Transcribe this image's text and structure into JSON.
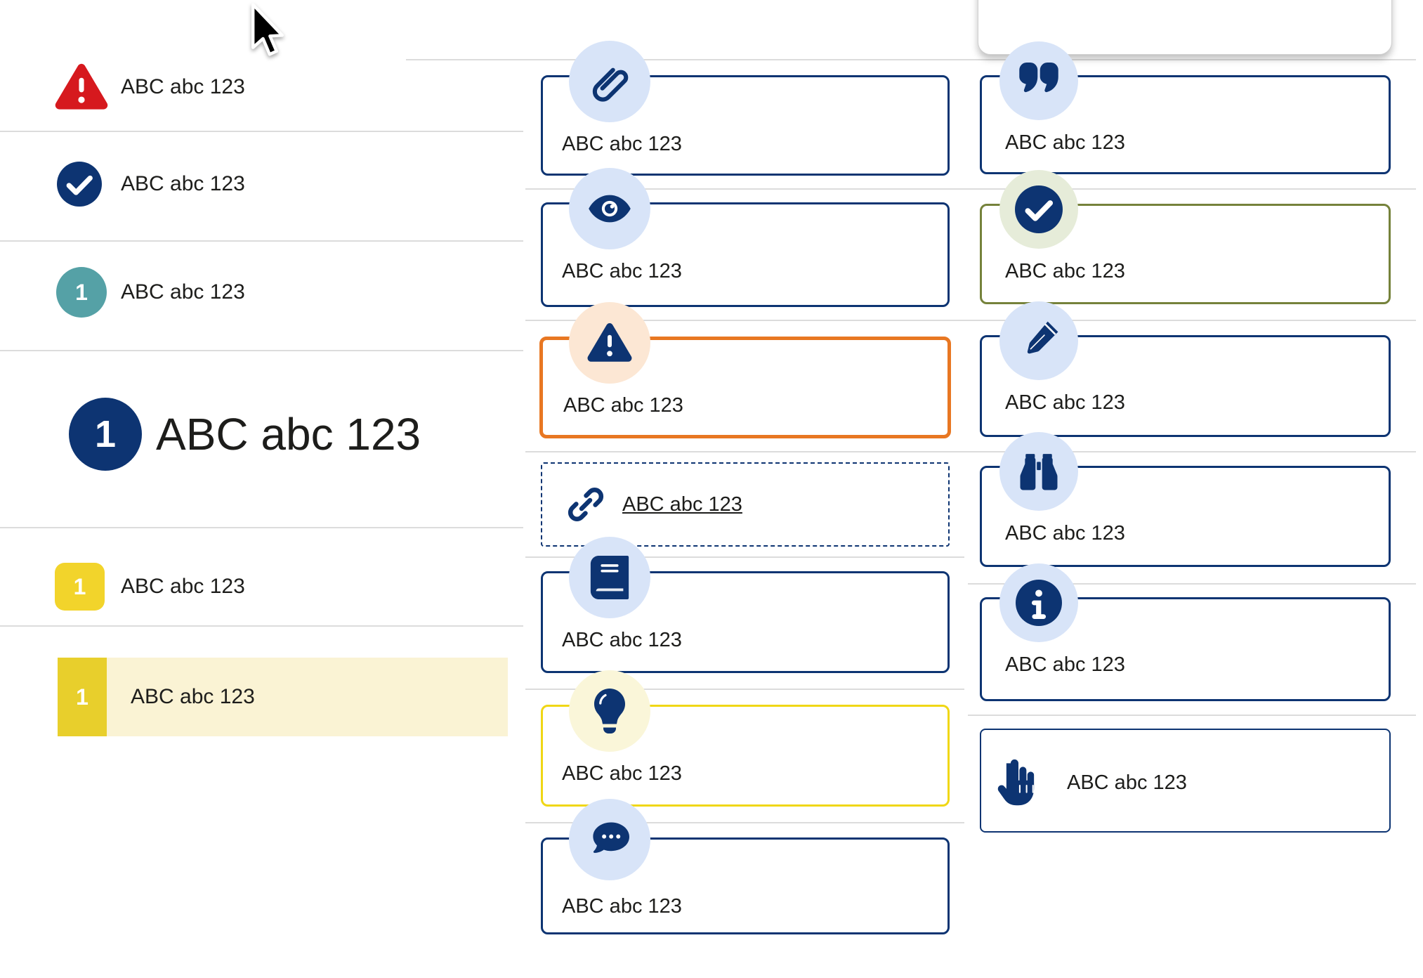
{
  "left_list": {
    "items": [
      {
        "icon": "warning-triangle-icon",
        "label": "ABC abc 123"
      },
      {
        "icon": "check-circle-icon",
        "label": "ABC abc 123"
      },
      {
        "icon": "number-badge-teal",
        "number": "1",
        "label": "ABC abc 123"
      },
      {
        "icon": "number-badge-large-navy",
        "number": "1",
        "label": "ABC abc 123"
      },
      {
        "icon": "number-badge-yellow",
        "number": "1",
        "label": "ABC abc 123"
      },
      {
        "icon": "number-badge-yellow-highlight",
        "number": "1",
        "label": "ABC abc 123",
        "highlighted": true
      }
    ]
  },
  "middle_callouts": [
    {
      "icon": "paperclip-icon",
      "variant": "navy",
      "label": "ABC abc 123"
    },
    {
      "icon": "eye-icon",
      "variant": "navy",
      "label": "ABC abc 123"
    },
    {
      "icon": "warning-triangle-icon",
      "variant": "orange",
      "label": "ABC abc 123"
    },
    {
      "icon": "link-icon",
      "variant": "dashed-link",
      "label": "ABC abc 123"
    },
    {
      "icon": "book-icon",
      "variant": "navy",
      "label": "ABC abc 123"
    },
    {
      "icon": "lightbulb-icon",
      "variant": "yellow",
      "label": "ABC abc 123"
    },
    {
      "icon": "comment-dots-icon",
      "variant": "navy",
      "label": "ABC abc 123"
    }
  ],
  "right_callouts": [
    {
      "icon": "quote-right-icon",
      "variant": "navy",
      "label": "ABC abc 123"
    },
    {
      "icon": "check-circle-icon",
      "variant": "green",
      "label": "ABC abc 123"
    },
    {
      "icon": "pencil-icon",
      "variant": "navy",
      "label": "ABC abc 123"
    },
    {
      "icon": "binoculars-icon",
      "variant": "navy",
      "label": "ABC abc 123"
    },
    {
      "icon": "info-circle-icon",
      "variant": "navy",
      "label": "ABC abc 123"
    },
    {
      "icon": "hand-point-up-icon",
      "variant": "inline",
      "label": "ABC abc 123"
    }
  ],
  "colors": {
    "navy": "#0d3472",
    "red": "#d6191e",
    "teal": "#55a1a6",
    "yellow": "#f2d42b",
    "yellow_dark": "#e8cf2c",
    "cream_highlight": "#faf3d4",
    "orange": "#e87722",
    "peach": "#fce7d4",
    "light_blue": "#d8e4f8",
    "pale_yellow": "#faf6d9",
    "sage": "#e6ecd9",
    "olive": "#75823b",
    "divider_gray": "#dcdcdc"
  }
}
